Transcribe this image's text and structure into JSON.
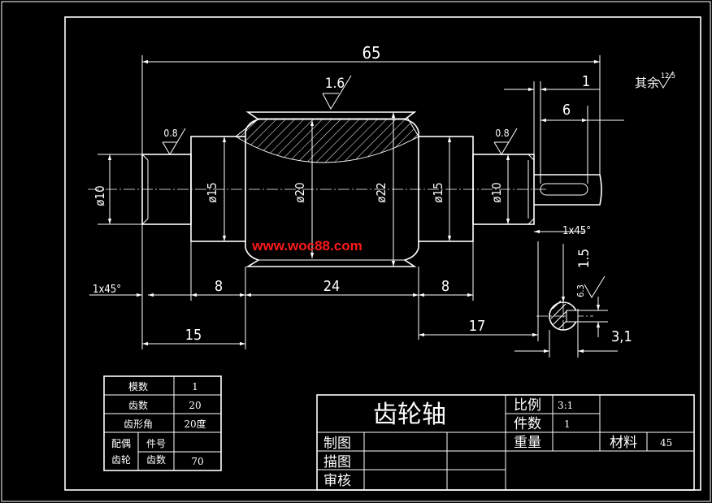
{
  "watermark": "www.woc88.com",
  "surface_note_main": "1.6",
  "surface_note_left": "0.8",
  "surface_note_right": "0.8",
  "surface_note_rest_label": "其余",
  "surface_note_rest_value": "12.5",
  "keyway_roughness": "6.3",
  "dims": {
    "overall": "65",
    "d10_left": "ø10",
    "d15_left": "ø15",
    "d20": "ø20",
    "d22": "ø22",
    "d15_right": "ø15",
    "d10_right": "ø10",
    "chamfer_left": "1x45°",
    "len_8_left": "8",
    "len_24": "24",
    "len_8_right": "8",
    "len_15": "15",
    "len_17": "17",
    "key_1": "1",
    "key_6": "6",
    "chamfer_right": "1x45°",
    "key_depth": "1.5",
    "key_width": "3,1"
  },
  "gear_table": {
    "rows": [
      {
        "label": "模数",
        "value": "1"
      },
      {
        "label": "齿数",
        "value": "20"
      },
      {
        "label": "齿形角",
        "value": "20度"
      }
    ],
    "mating_label_1": "配偶",
    "mating_label_2": "齿轮",
    "part_no_label": "件号",
    "teeth_label": "齿数",
    "teeth_value": "70"
  },
  "title_block": {
    "title": "齿轮轴",
    "scale_label": "比例",
    "scale_value": "3:1",
    "qty_label": "件数",
    "qty_value": "1",
    "weight_label": "重量",
    "material_label": "材料",
    "material_value": "45",
    "drawn_label": "制图",
    "traced_label": "描图",
    "checked_label": "审核"
  }
}
